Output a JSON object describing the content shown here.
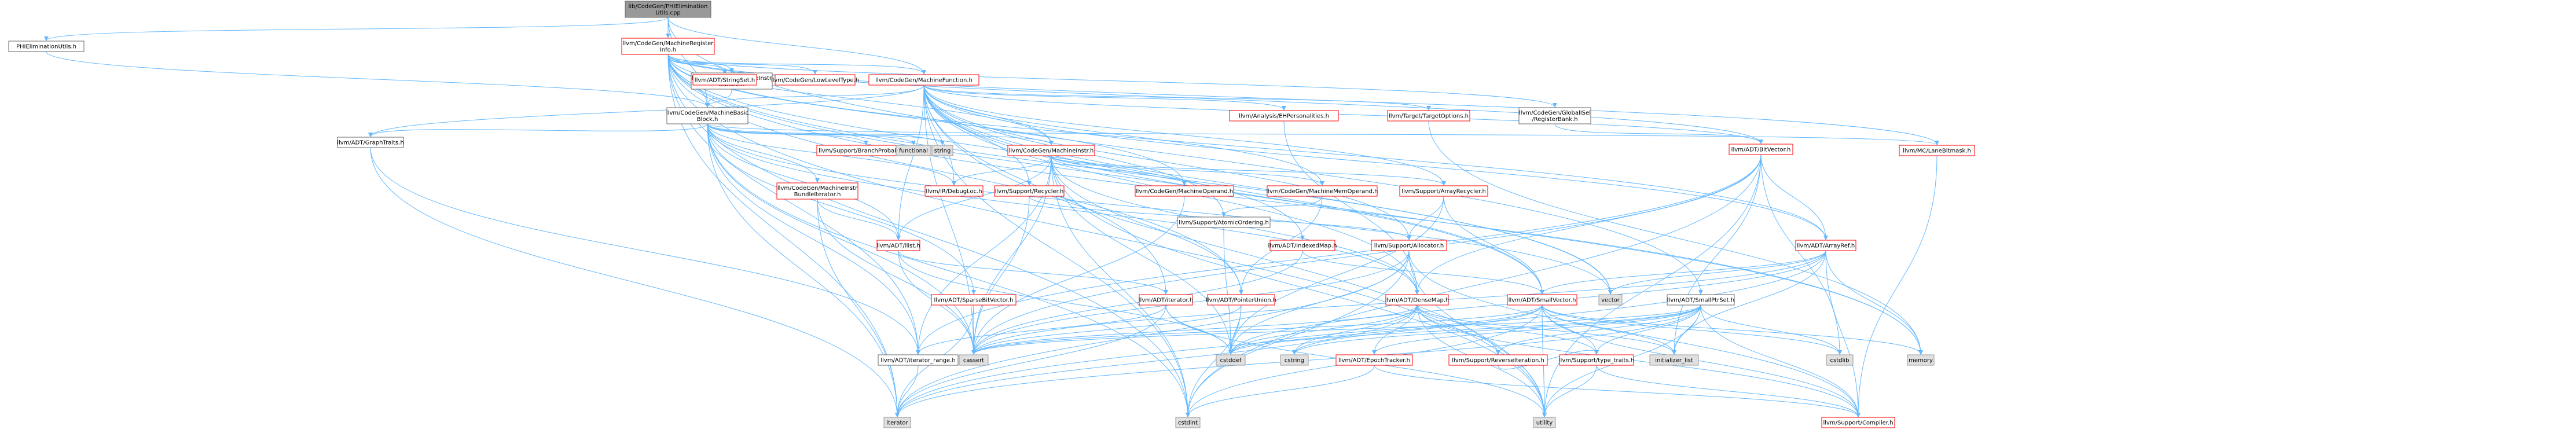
{
  "colors": {
    "root_fill": "#999999",
    "node_fill": "#ffffff",
    "node_border": "#ff0000",
    "leaf_fill": "#e0e0e0",
    "leaf_border": "#999999",
    "plain_border": "#666666",
    "edge": "#63b8ff"
  },
  "nodes": {
    "root": [
      "lib/CodeGen/PHIElimination",
      "Utils.cpp"
    ],
    "phiutils": [
      "PHIEliminationUtils.h"
    ],
    "mri": [
      "llvm/CodeGen/MachineRegister",
      "Info.h"
    ],
    "mbb": [
      "llvm/CodeGen/MachineBasic",
      "Block.h"
    ],
    "mib": [
      "llvm/CodeGen/MachineInstr",
      "Bundle.h"
    ],
    "stringset": [
      "llvm/ADT/StringSet.h"
    ],
    "lowlevel": [
      "llvm/CodeGen/LowLevelType.h"
    ],
    "mf": [
      "llvm/CodeGen/MachineFunction.h"
    ],
    "graphtraits": [
      "llvm/ADT/GraphTraits.h"
    ],
    "branchprob": [
      "llvm/Support/BranchProbability.h"
    ],
    "functional": [
      "functional"
    ],
    "string": [
      "string"
    ],
    "mi": [
      "llvm/CodeGen/MachineInstr.h"
    ],
    "ehperson": [
      "llvm/Analysis/EHPersonalities.h"
    ],
    "targetopts": [
      "llvm/Target/TargetOptions.h"
    ],
    "globalisel": [
      "llvm/CodeGen/GlobalISel",
      "/RegisterBank.h"
    ],
    "lanebitmask": [
      "llvm/MC/LaneBitmask.h"
    ],
    "mibundleiter": [
      "llvm/CodeGen/MachineInstr",
      "BundleIterator.h"
    ],
    "debugloc": [
      "llvm/IR/DebugLoc.h"
    ],
    "recycler": [
      "llvm/Support/Recycler.h"
    ],
    "mo": [
      "llvm/CodeGen/MachineOperand.h"
    ],
    "mmo": [
      "llvm/CodeGen/MachineMemOperand.h"
    ],
    "arrayrecycler": [
      "llvm/Support/ArrayRecycler.h"
    ],
    "bitvector": [
      "llvm/ADT/BitVector.h"
    ],
    "atomicordering": [
      "llvm/Support/AtomicOrdering.h"
    ],
    "ilist": [
      "llvm/ADT/ilist.h"
    ],
    "indexedmap": [
      "llvm/ADT/IndexedMap.h"
    ],
    "allocator": [
      "llvm/Support/Allocator.h"
    ],
    "arrayref": [
      "llvm/ADT/ArrayRef.h"
    ],
    "sparsebitvector": [
      "llvm/ADT/SparseBitVector.h"
    ],
    "iterator": [
      "llvm/ADT/iterator.h"
    ],
    "pointerunion": [
      "llvm/ADT/PointerUnion.h"
    ],
    "densemap": [
      "llvm/ADT/DenseMap.h"
    ],
    "smallvector": [
      "llvm/ADT/SmallVector.h"
    ],
    "vector": [
      "vector"
    ],
    "smallptrset": [
      "llvm/ADT/SmallPtrSet.h"
    ],
    "iterator_range": [
      "llvm/ADT/iterator_range.h"
    ],
    "cassert": [
      "cassert"
    ],
    "cstddef": [
      "cstddef"
    ],
    "cstring": [
      "cstring"
    ],
    "epochtracker": [
      "llvm/ADT/EpochTracker.h"
    ],
    "reverseiter": [
      "llvm/Support/ReverseIteration.h"
    ],
    "typetraits": [
      "llvm/Support/type_traits.h"
    ],
    "initlist": [
      "initializer_list"
    ],
    "cstdlib": [
      "cstdlib"
    ],
    "memory": [
      "memory"
    ],
    "iteratorstd": [
      "iterator"
    ],
    "cstdint": [
      "cstdint"
    ],
    "utility": [
      "utility"
    ],
    "compiler": [
      "llvm/Support/Compiler.h"
    ]
  }
}
